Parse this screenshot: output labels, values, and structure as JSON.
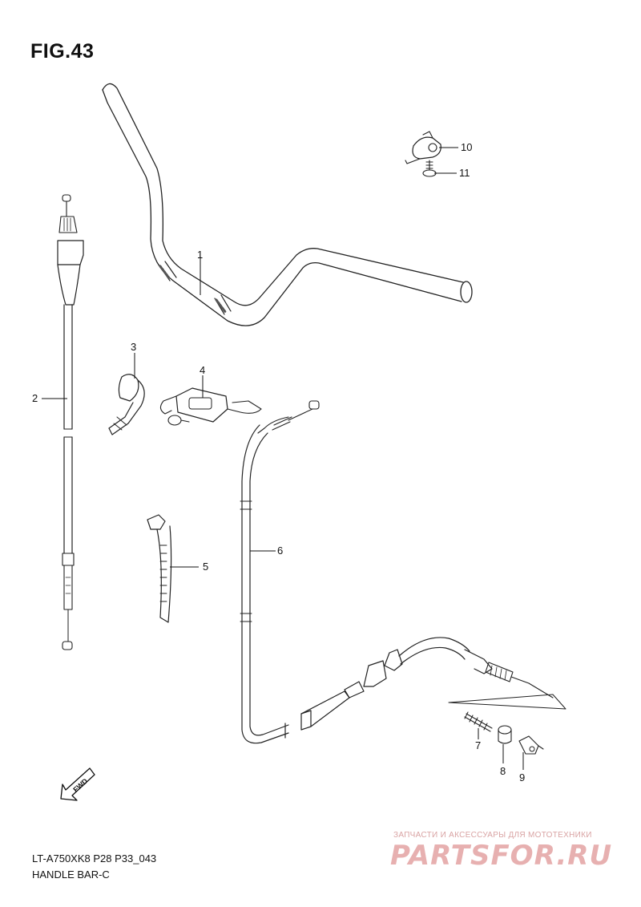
{
  "header": {
    "title": "FIG.43"
  },
  "parts": [
    {
      "ref": "1"
    },
    {
      "ref": "2"
    },
    {
      "ref": "3"
    },
    {
      "ref": "4"
    },
    {
      "ref": "5"
    },
    {
      "ref": "6"
    },
    {
      "ref": "7"
    },
    {
      "ref": "8"
    },
    {
      "ref": "9"
    },
    {
      "ref": "10"
    },
    {
      "ref": "11"
    }
  ],
  "fwd_label": "FWD",
  "footer": {
    "model_code": "LT-A750XK8 P28 P33_043",
    "section_name": "HANDLE BAR-C"
  },
  "watermark": {
    "tagline": "ЗАПЧАСТИ И АКСЕССУАРЫ ДЛЯ МОТОТЕХНИКИ",
    "logo": "PARTSFOR.RU"
  }
}
